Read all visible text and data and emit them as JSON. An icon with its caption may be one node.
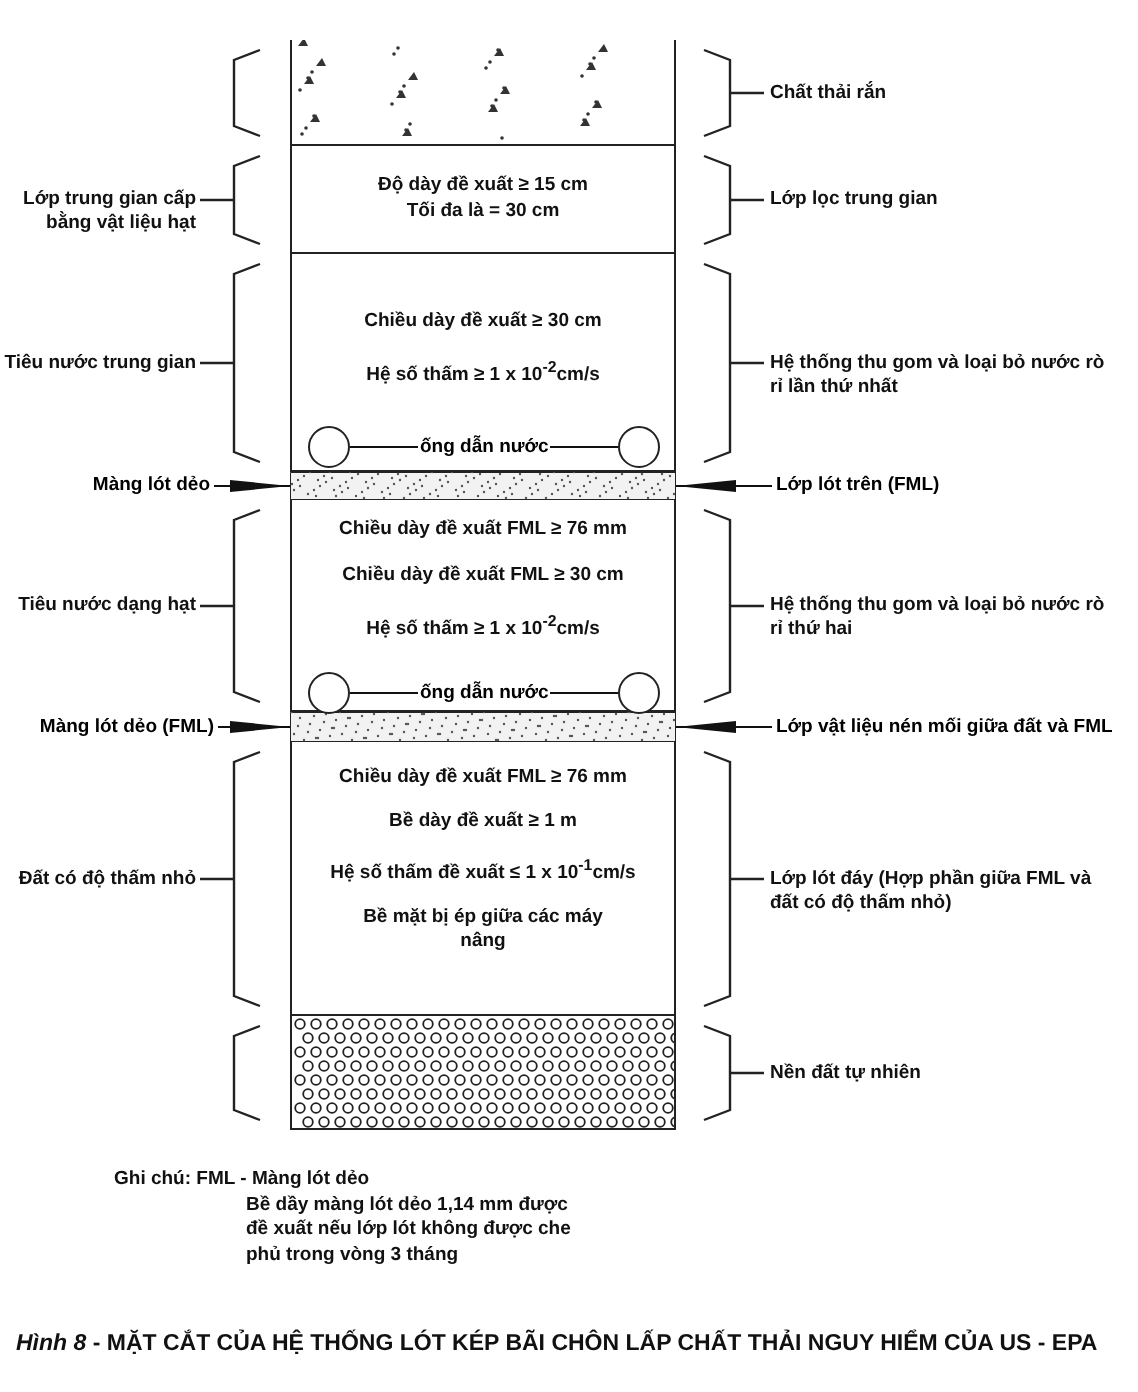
{
  "diagram": {
    "caption": "*Hình 8* - MẶT CẮT CỦA HỆ THỐNG LÓT KÉP BÃI CHÔN LẤP CHẤT THẢI NGUY HIỂM CỦA US - EPA",
    "nodes": [
      {
        "text": [],
        "shape": "box"
      },
      {
        "text": [
          "Độ dày đề xuất  ≥ 15 cm",
          "Tối đa là = 30 cm"
        ]
      },
      {
        "text": [
          "Chiều dày đề xuất ≥ 30 cm",
          "Hệ số thấm ≥ 1 x 10$^{-2}$cm/s"
        ]
      },
      {
        "text": [],
        "shape": "circle",
        "in": 2
      },
      {
        "text": [],
        "shape": "circle",
        "in": 2
      },
      {
        "text": [],
        "shape": "bar"
      },
      {
        "text": [
          "Màng lót dẻo"
        ]
      },
      {
        "text": [
          "Lớp lót trên (FML)"
        ]
      },
      {
        "text": [
          "Chiều dày đề xuất FML  ≥ 76 mm",
          "Chiều dày đề xuất FML  ≥ 30 cm",
          "Hệ số thấm ≥ 1 x 10$^{-2}$cm/s"
        ]
      },
      {
        "text": [],
        "shape": "circle",
        "in": 8
      },
      {
        "text": [],
        "shape": "circle",
        "in": 8
      },
      {
        "text": [],
        "shape": "bar"
      },
      {
        "text": [
          "Màng lót dẻo (FML)"
        ]
      },
      {
        "text": [
          "Lớp vật liệu nén mối giữa đất và FML"
        ]
      },
      {
        "text": [
          "Chiều dày đề xuất FML ≥ 76 mm",
          "Bề dày đề xuất  ≥ 1 m",
          "Hệ số thấm đề xuất ≤ 1 x 10$^{-1}$cm/s",
          "Bề mặt bị ép giữa các máy nâng"
        ]
      },
      {
        "text": [],
        "shape": "box"
      }
    ],
    "edges": [
      {
        "from": 3,
        "to": 4,
        "arrow": "none",
        "label": "ống dẫn nước"
      },
      {
        "from": 6,
        "to": 5,
        "arrow": "to"
      },
      {
        "from": 7,
        "to": 5,
        "arrow": "to"
      },
      {
        "from": 9,
        "to": 10,
        "arrow": "none",
        "label": "ống dẫn nước"
      },
      {
        "from": 12,
        "to": 11,
        "arrow": "to"
      },
      {
        "from": 13,
        "to": 11,
        "arrow": "to"
      }
    ],
    "labels": [
      "Chất thải rắn",
      "Lớp trung gian cấp bằng vật liệu hạt",
      "Lớp lọc trung gian",
      "Tiêu nước trung gian",
      "Hệ thống thu gom và loại bỏ nước rò rỉ lần thứ nhất",
      "Tiêu nước dạng hạt",
      "Hệ thống thu gom và loại bỏ nước rò rỉ thứ hai",
      "Đất có độ thấm nhỏ",
      "Lớp lót đáy (Hợp phần giữa FML và đất có độ thấm nhỏ)",
      "Nền đất tự nhiên",
      "Ghi chú: FML - Màng lót dẻo",
      "Bề dầy màng lót dẻo 1,14 mm được đề xuất nếu lớp lót không được che phủ trong vòng 3 tháng"
    ]
  }
}
